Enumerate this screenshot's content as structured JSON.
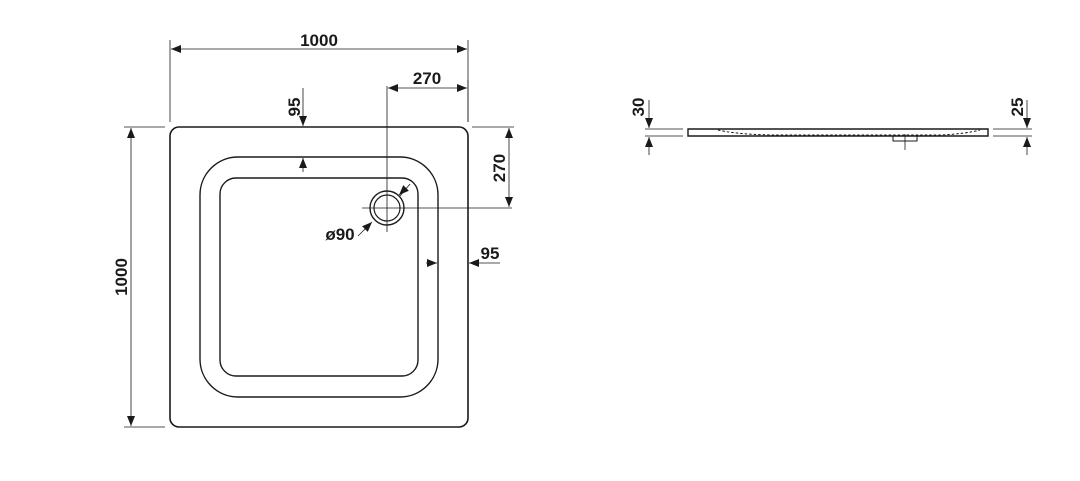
{
  "dimensions": {
    "top_width": "1000",
    "drain_offset_x": "270",
    "rim_top": "95",
    "left_height": "1000",
    "drain_offset_y": "270",
    "drain_diameter": "ø90",
    "rim_right": "95",
    "side_height_left": "30",
    "side_height_right": "25"
  }
}
